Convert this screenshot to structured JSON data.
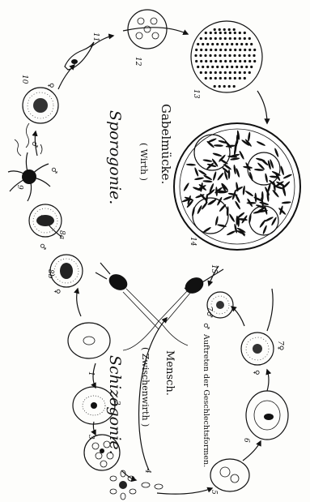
{
  "sporogonie": {
    "host": "Gabelmücke.",
    "host_note": "( Wirth )",
    "title": "Sporogonie."
  },
  "schizogonie": {
    "title": "Schizogonie.",
    "host_note": "( Zwischenwirth )",
    "host": "Mensch.",
    "note": "Auftreten der Geschlechtsformen."
  },
  "stage_labels": [
    "1",
    "2",
    "3",
    "4",
    "5",
    "6",
    "7♂",
    "7♀",
    "8a",
    "8b",
    "9",
    "10",
    "11",
    "12",
    "13",
    "14",
    "15"
  ],
  "symbols": {
    "male": "♂",
    "female": "♀"
  }
}
